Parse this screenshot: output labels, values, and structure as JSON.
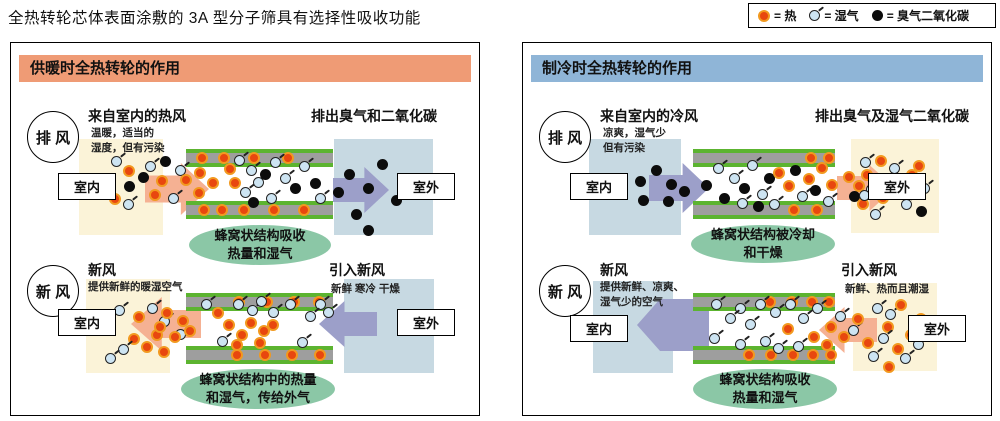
{
  "title": "全热转轮芯体表面涂敷的 3A 型分子筛具有选择性吸收功能",
  "legend": {
    "heat_label": "= 热",
    "moisture_label": "= 湿气",
    "odor_label": "= 臭气二氧化碳"
  },
  "colors": {
    "heating_header": "#ef9b75",
    "cooling_header": "#8fb5d7",
    "warm_zone": "#fbf3d8",
    "cool_zone": "#c7d9e2",
    "purple_arrow": "#9c9fc9",
    "salmon_arrow": "#f5b193",
    "rotor_green": "#5cb430",
    "rotor_gray": "#9e9e9e",
    "note_green": "#8bc7a6",
    "heat_dot": "#e8470f",
    "heat_dot_ring": "#f2991f",
    "moisture_dot": "#cde4f2",
    "odor_dot": "#0c0c0c"
  },
  "panels": {
    "heating": {
      "header": "供暖时全热转轮的作用",
      "exhaust": {
        "badge": "排 风",
        "title": "来自室内的热风",
        "subtitle": "温暖，适当的\n湿度，但有污染",
        "indoor_box": "室内",
        "outdoor_title": "排出臭气和二氧化碳",
        "outdoor_box": "室外",
        "note": "蜂窝状结构吸收\n热量和湿气",
        "dots": [
          [
            "m",
            100,
            113
          ],
          [
            "h",
            112,
            122
          ],
          [
            "m",
            134,
            118
          ],
          [
            "o",
            149,
            113
          ],
          [
            "m",
            164,
            122
          ],
          [
            "h",
            145,
            132
          ],
          [
            "o",
            113,
            138
          ],
          [
            "h",
            98,
            150
          ],
          [
            "h",
            138,
            146
          ],
          [
            "m",
            157,
            150
          ],
          [
            "m",
            112,
            156
          ],
          [
            "o",
            127,
            129
          ],
          [
            "h",
            183,
            124
          ],
          [
            "h",
            196,
            134
          ],
          [
            "h",
            182,
            144
          ],
          [
            "h",
            169,
            131
          ],
          [
            "h",
            213,
            120
          ],
          [
            "m",
            223,
            112
          ],
          [
            "m",
            235,
            122
          ],
          [
            "h",
            218,
            134
          ],
          [
            "m",
            229,
            144
          ],
          [
            "m",
            242,
            134
          ],
          [
            "o",
            249,
            126
          ],
          [
            "m",
            259,
            114
          ],
          [
            "m",
            269,
            130
          ],
          [
            "o",
            279,
            140
          ],
          [
            "m",
            288,
            118
          ],
          [
            "o",
            299,
            135
          ],
          [
            "m",
            255,
            150
          ],
          [
            "o",
            237,
            154
          ],
          [
            "m",
            304,
            150
          ],
          [
            "o",
            333,
            126
          ],
          [
            "o",
            322,
            144
          ],
          [
            "o",
            352,
            140
          ],
          [
            "o",
            340,
            166
          ],
          [
            "o",
            366,
            116
          ],
          [
            "o",
            380,
            152
          ],
          [
            "o",
            352,
            182
          ]
        ],
        "wheel_top_dots": [
          [
            "h",
            10,
            3
          ],
          [
            "h",
            32,
            3
          ],
          [
            "h",
            62,
            3
          ],
          [
            "h",
            96,
            3
          ]
        ],
        "wheel_bottom_dots": [
          [
            "h",
            12,
            3
          ],
          [
            "h",
            30,
            3
          ],
          [
            "h",
            52,
            3
          ],
          [
            "h",
            82,
            3
          ],
          [
            "h",
            112,
            3
          ]
        ]
      },
      "fresh": {
        "badge": "新 风",
        "title": "新风",
        "subtitle": "提供新鲜的暖湿空气",
        "indoor_box": "室内",
        "outdoor_title": "引入新风",
        "outdoor_subtitle": "新鲜 寒冷 干燥",
        "outdoor_box": "室外",
        "note": "蜂窝状结构中的热量\n和湿气，传给外气",
        "dots": [
          [
            "m",
            103,
            262
          ],
          [
            "h",
            122,
            268
          ],
          [
            "m",
            148,
            273
          ],
          [
            "h",
            140,
            286
          ],
          [
            "h",
            117,
            290
          ],
          [
            "m",
            164,
            286
          ],
          [
            "h",
            130,
            298
          ],
          [
            "m",
            107,
            301
          ],
          [
            "h",
            147,
            303
          ],
          [
            "m",
            94,
            310
          ],
          [
            "h",
            150,
            264
          ],
          [
            "h",
            166,
            272
          ],
          [
            "h",
            143,
            278
          ],
          [
            "h",
            158,
            288
          ],
          [
            "h",
            173,
            282
          ],
          [
            "m",
            136,
            260
          ],
          [
            "m",
            190,
            256
          ],
          [
            "h",
            201,
            264
          ],
          [
            "h",
            212,
            276
          ],
          [
            "m",
            222,
            256
          ],
          [
            "h",
            225,
            286
          ],
          [
            "m",
            236,
            262
          ],
          [
            "h",
            234,
            274
          ],
          [
            "h",
            247,
            282
          ],
          [
            "m",
            245,
            253
          ],
          [
            "m",
            257,
            264
          ],
          [
            "h",
            243,
            294
          ],
          [
            "m",
            274,
            256
          ],
          [
            "m",
            286,
            294
          ],
          [
            "m",
            304,
            256
          ],
          [
            "m",
            294,
            268
          ],
          [
            "h",
            256,
            276
          ],
          [
            "h",
            220,
            296
          ],
          [
            "m",
            206,
            293
          ],
          [
            "m",
            312,
            264
          ]
        ],
        "wheel_top_dots": [
          [
            "h",
            47,
            3
          ],
          [
            "h",
            75,
            3
          ],
          [
            "h",
            102,
            3
          ],
          [
            "h",
            127,
            3
          ]
        ],
        "wheel_bottom_dots": [
          [
            "h",
            45,
            3
          ],
          [
            "h",
            73,
            3
          ],
          [
            "h",
            100,
            3
          ],
          [
            "h",
            128,
            3
          ]
        ]
      }
    },
    "cooling": {
      "header": "制冷时全热转轮的作用",
      "exhaust": {
        "badge": "排 风",
        "title": "来自室内的冷风",
        "subtitle": "凉爽，湿气少\n但有污染",
        "indoor_box": "室内",
        "outdoor_title": "排出臭气及湿气二氧化碳",
        "outdoor_box": "室外",
        "note": "蜂窝状结构被冷却\n和干燥",
        "dots": [
          [
            "o",
            112,
            133
          ],
          [
            "o",
            128,
            122
          ],
          [
            "o",
            143,
            136
          ],
          [
            "o",
            115,
            152
          ],
          [
            "o",
            140,
            153
          ],
          [
            "o",
            156,
            143
          ],
          [
            "o",
            178,
            137
          ],
          [
            "m",
            190,
            120
          ],
          [
            "o",
            196,
            150
          ],
          [
            "m",
            206,
            130
          ],
          [
            "o",
            216,
            140
          ],
          [
            "m",
            224,
            117
          ],
          [
            "m",
            234,
            146
          ],
          [
            "o",
            241,
            130
          ],
          [
            "h",
            250,
            124
          ],
          [
            "m",
            246,
            156
          ],
          [
            "h",
            260,
            137
          ],
          [
            "o",
            267,
            122
          ],
          [
            "m",
            274,
            148
          ],
          [
            "h",
            280,
            130
          ],
          [
            "o",
            287,
            142
          ],
          [
            "h",
            293,
            119
          ],
          [
            "m",
            300,
            153
          ],
          [
            "h",
            303,
            136
          ],
          [
            "m",
            214,
            155
          ],
          [
            "o",
            230,
            158
          ],
          [
            "h",
            320,
            128
          ],
          [
            "h",
            330,
            137
          ],
          [
            "o",
            326,
            148
          ],
          [
            "h",
            338,
            126
          ],
          [
            "m",
            343,
            141
          ],
          [
            "h",
            334,
            155
          ],
          [
            "m",
            337,
            114
          ],
          [
            "h",
            352,
            112
          ],
          [
            "m",
            366,
            120
          ],
          [
            "h",
            346,
            133
          ],
          [
            "o",
            359,
            131
          ],
          [
            "m",
            336,
            147
          ],
          [
            "h",
            354,
            149
          ],
          [
            "o",
            370,
            144
          ],
          [
            "h",
            383,
            126
          ],
          [
            "m",
            378,
            156
          ],
          [
            "o",
            393,
            163
          ],
          [
            "m",
            347,
            166
          ],
          [
            "h",
            390,
            117
          ],
          [
            "m",
            396,
            140
          ]
        ],
        "wheel_top_dots": [
          [
            "h",
            112,
            3
          ],
          [
            "h",
            130,
            3
          ]
        ],
        "wheel_bottom_dots": [
          [
            "h",
            95,
            3
          ],
          [
            "h",
            118,
            3
          ]
        ]
      },
      "fresh": {
        "badge": "新 风",
        "title": "新风",
        "subtitle": "提供新鲜、凉爽、\n湿气少的空气",
        "indoor_box": "室内",
        "outdoor_title": "引入新风",
        "outdoor_subtitle": "新鲜、热而且潮湿",
        "outdoor_box": "室外",
        "note": "蜂窝状结构吸收\n热量和湿气",
        "dots": [
          [
            "m",
            188,
            256
          ],
          [
            "m",
            212,
            260
          ],
          [
            "m",
            232,
            256
          ],
          [
            "m",
            202,
            270
          ],
          [
            "m",
            247,
            264
          ],
          [
            "m",
            222,
            276
          ],
          [
            "m",
            262,
            256
          ],
          [
            "m",
            275,
            270
          ],
          [
            "m",
            289,
            260
          ],
          [
            "h",
            259,
            280
          ],
          [
            "h",
            285,
            288
          ],
          [
            "m",
            237,
            293
          ],
          [
            "m",
            212,
            296
          ],
          [
            "m",
            186,
            290
          ],
          [
            "h",
            298,
            296
          ],
          [
            "m",
            250,
            300
          ],
          [
            "m",
            270,
            298
          ],
          [
            "h",
            302,
            278
          ],
          [
            "m",
            312,
            268
          ],
          [
            "h",
            315,
            288
          ],
          [
            "m",
            325,
            282
          ],
          [
            "h",
            329,
            270
          ],
          [
            "h",
            339,
            294
          ],
          [
            "m",
            349,
            260
          ],
          [
            "m",
            362,
            266
          ],
          [
            "h",
            372,
            256
          ],
          [
            "h",
            359,
            278
          ],
          [
            "m",
            355,
            290
          ],
          [
            "h",
            369,
            300
          ],
          [
            "m",
            345,
            308
          ],
          [
            "h",
            382,
            286
          ],
          [
            "m",
            377,
            310
          ],
          [
            "h",
            392,
            270
          ],
          [
            "m",
            390,
            296
          ],
          [
            "h",
            360,
            318
          ]
        ],
        "wheel_top_dots": [
          [
            "h",
            71,
            3
          ],
          [
            "h",
            93,
            3
          ],
          [
            "h",
            113,
            3
          ],
          [
            "h",
            130,
            3
          ]
        ],
        "wheel_bottom_dots": [
          [
            "h",
            50,
            3
          ],
          [
            "h",
            72,
            3
          ],
          [
            "h",
            94,
            3
          ],
          [
            "h",
            114,
            3
          ],
          [
            "h",
            132,
            3
          ]
        ]
      }
    }
  }
}
